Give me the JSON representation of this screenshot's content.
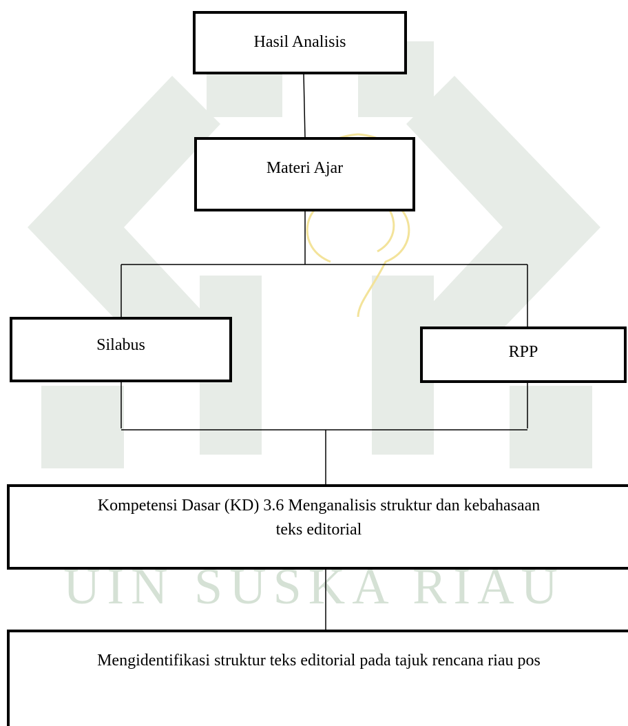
{
  "diagram": {
    "nodes": {
      "hasil": "Hasil Analisis",
      "materi": "Materi Ajar",
      "silabus": "Silabus",
      "rpp": "RPP",
      "kd_line1": "Kompetensi Dasar (KD) 3.6 Menganalisis struktur dan kebahasaan",
      "kd_line2": "teks editorial",
      "identifikasi": "Mengidentifikasi struktur teks editorial pada tajuk rencana riau pos"
    }
  },
  "watermark": {
    "text": "UIN SUSKA RIAU",
    "color": "#b3c9b3",
    "emblem_color": "#f3e39a"
  }
}
